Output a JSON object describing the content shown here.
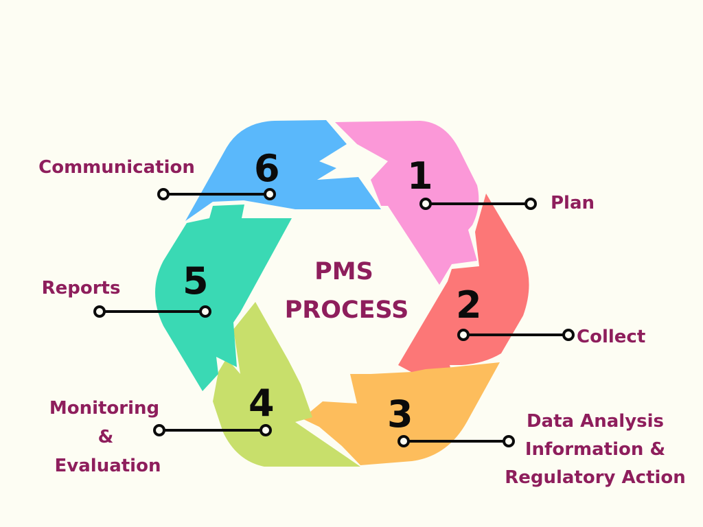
{
  "title": {
    "line1": "PMS",
    "line2": "PROCESS"
  },
  "colors": {
    "label": "#8e1e5c",
    "line": "#0b0b0b",
    "step1": "#fb98d8",
    "step2": "#fc7777",
    "step3": "#fdbd5c",
    "step4": "#c8df6b",
    "step5": "#3ad9b4",
    "step6": "#5ab8fb"
  },
  "steps": [
    {
      "number": "1",
      "label_lines": [
        "Plan"
      ]
    },
    {
      "number": "2",
      "label_lines": [
        "Collect"
      ]
    },
    {
      "number": "3",
      "label_lines": [
        "Data Analysis",
        "Information &",
        "Regulatory Action"
      ]
    },
    {
      "number": "4",
      "label_lines": [
        "Monitoring",
        "&",
        "Evaluation"
      ]
    },
    {
      "number": "5",
      "label_lines": [
        "Reports"
      ]
    },
    {
      "number": "6",
      "label_lines": [
        "Communication"
      ]
    }
  ]
}
